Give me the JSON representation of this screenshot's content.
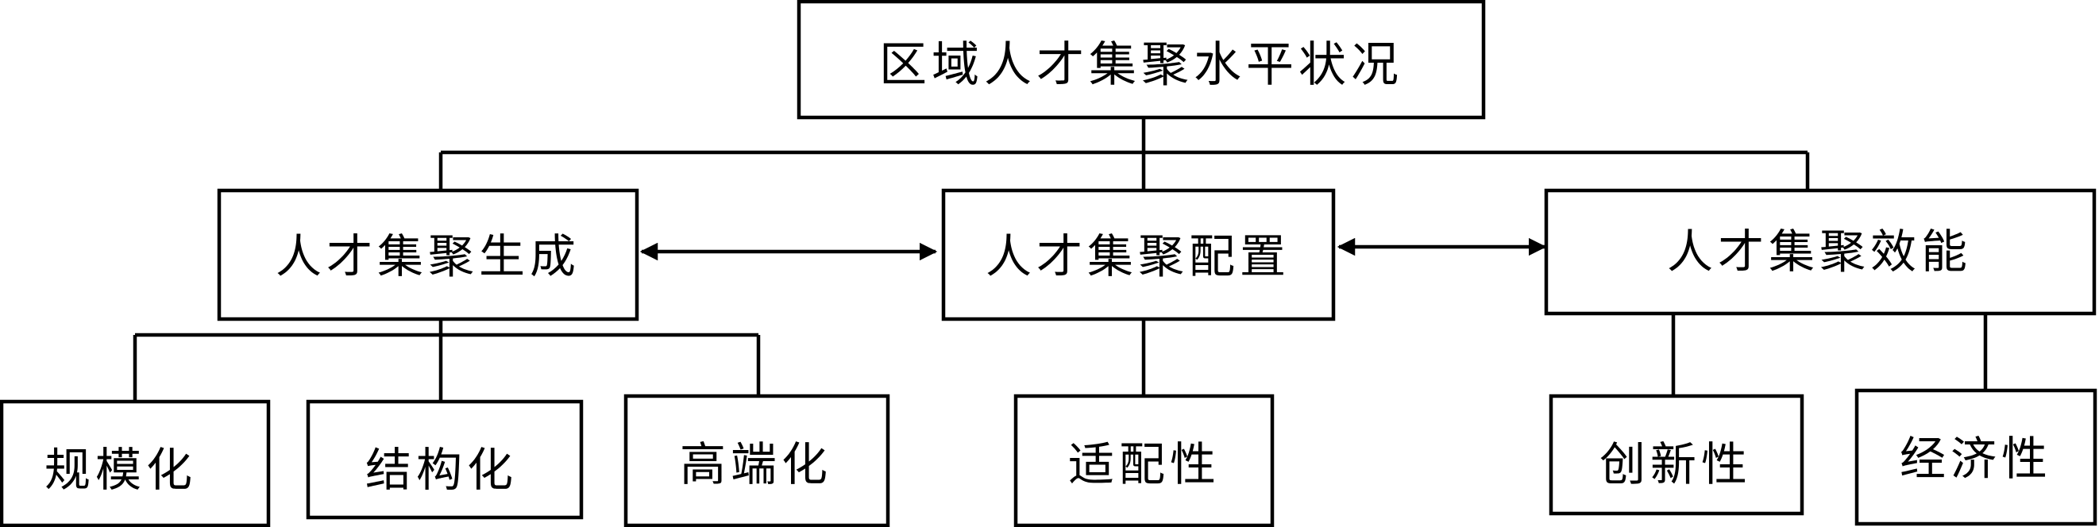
{
  "diagram": {
    "root": {
      "label": "区域人才集聚水平状况"
    },
    "level2": [
      {
        "label": "人才集聚生成"
      },
      {
        "label": "人才集聚配置"
      },
      {
        "label": "人才集聚效能"
      }
    ],
    "level3": {
      "generation": [
        {
          "label": "规模化"
        },
        {
          "label": "结构化"
        },
        {
          "label": "高端化"
        }
      ],
      "configuration": [
        {
          "label": "适配性"
        }
      ],
      "efficiency": [
        {
          "label": "创新性"
        },
        {
          "label": "经济性"
        }
      ]
    },
    "relations": [
      {
        "from": "人才集聚生成",
        "to": "人才集聚配置",
        "type": "bidirectional"
      },
      {
        "from": "人才集聚配置",
        "to": "人才集聚效能",
        "type": "bidirectional"
      }
    ]
  }
}
